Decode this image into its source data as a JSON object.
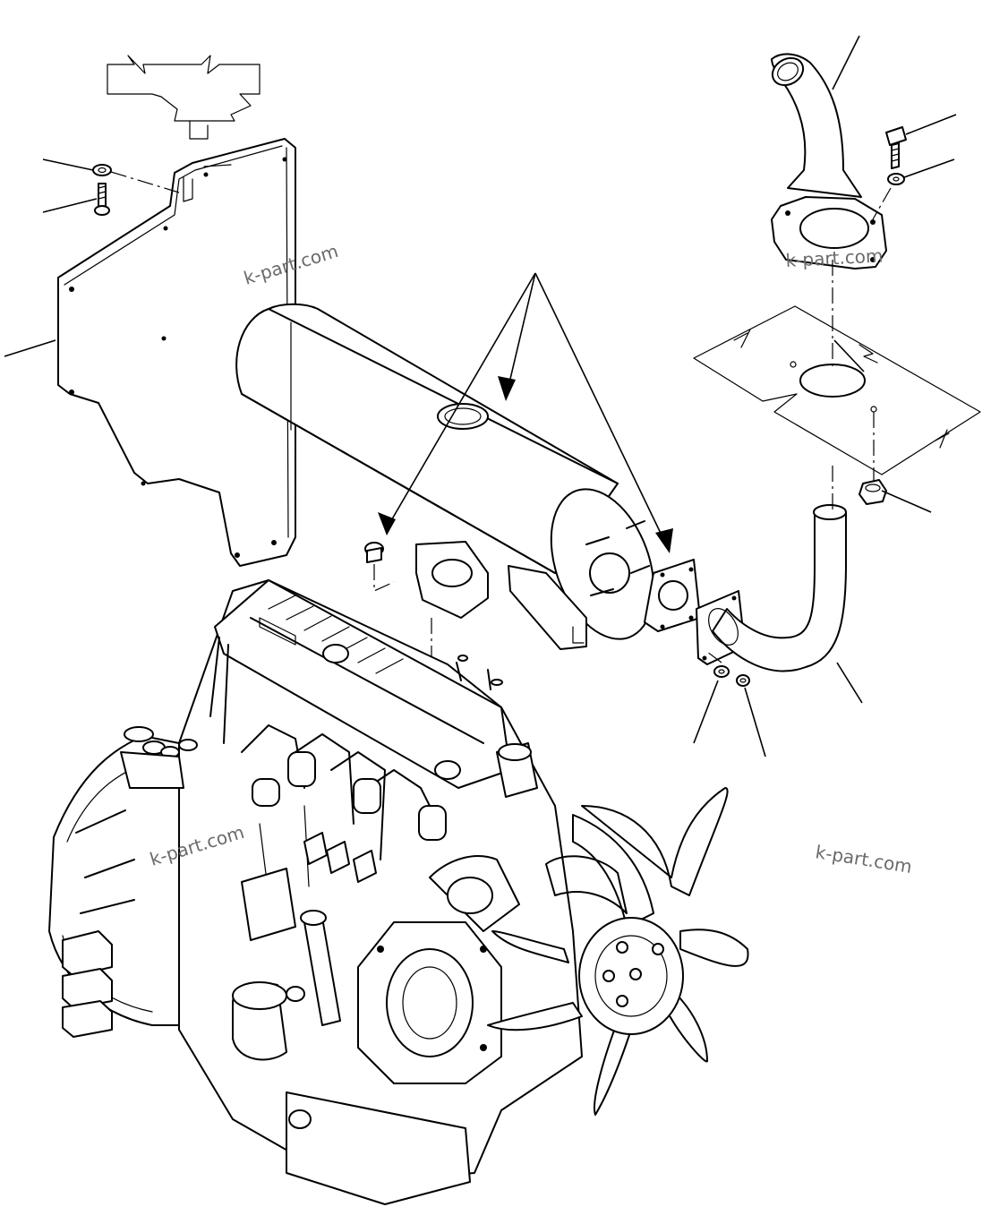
{
  "watermarks": {
    "top_left": "k-part.com",
    "top_right": "k-part.com",
    "mid_left": "k-part.com",
    "mid_right": "k-part.com"
  },
  "colors": {
    "line": "#000000",
    "background": "#ffffff",
    "watermark": "#6b6b6b"
  }
}
